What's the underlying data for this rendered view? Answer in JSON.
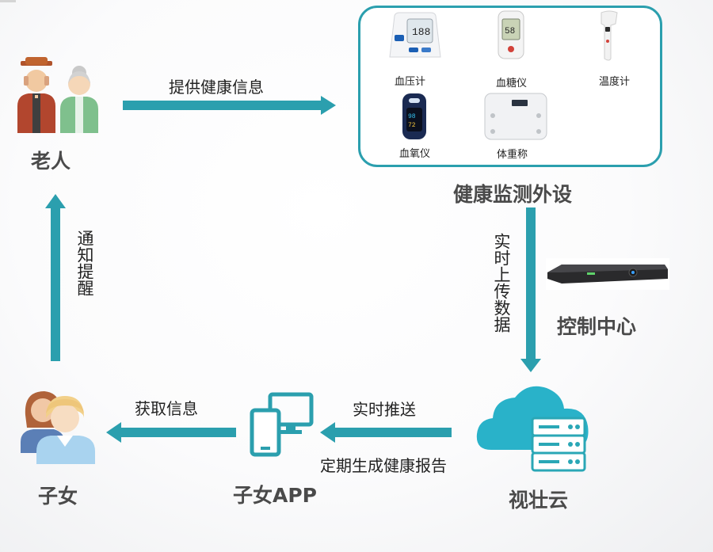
{
  "nodes": {
    "elderly": "老人",
    "peripherals": "健康监测外设",
    "control_center": "控制中心",
    "cloud": "视壮云",
    "child_app": "子女APP",
    "children": "子女"
  },
  "devices": {
    "blood_pressure": "血压计",
    "glucose": "血糖仪",
    "thermometer": "温度计",
    "oximeter": "血氧仪",
    "scale": "体重称"
  },
  "edges": {
    "provide_info": "提供健康信息",
    "realtime_upload": "实时上传数据",
    "realtime_push": "实时推送",
    "periodic_report": "定期生成健康报告",
    "get_info": "获取信息",
    "notify": "通知提醒"
  },
  "colors": {
    "accent": "#2b9fae",
    "cloud": "#29b2c9",
    "server": "#2aa7b6"
  }
}
